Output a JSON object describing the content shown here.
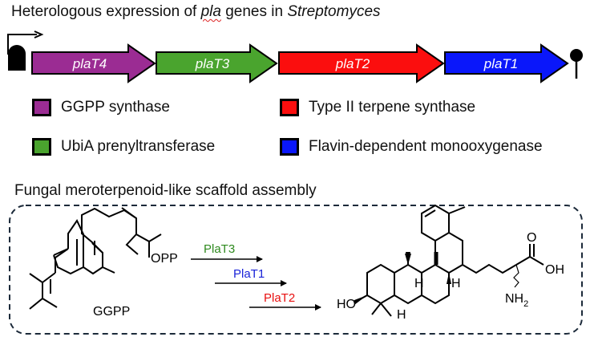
{
  "title": {
    "prefix": "Heterologous expression of ",
    "gene": "pla",
    "middle": " genes in ",
    "organism": "Streptomyces"
  },
  "genes": [
    {
      "label": "plaT4",
      "color": "#9b2c93"
    },
    {
      "label": "plaT3",
      "color": "#4aa42e"
    },
    {
      "label": "plaT2",
      "color": "#fb0e0e"
    },
    {
      "label": "plaT1",
      "color": "#0a17fa"
    }
  ],
  "legend": [
    {
      "label": "GGPP synthase",
      "color": "#9b2c93"
    },
    {
      "label": "Type II terpene synthase",
      "color": "#fb0e0e"
    },
    {
      "label": "UbiA prenyltransferase",
      "color": "#4aa42e"
    },
    {
      "label": "Flavin-dependent monooxygenase",
      "color": "#0a17fa"
    }
  ],
  "section_title": "Fungal meroterpenoid-like scaffold assembly",
  "scheme": {
    "substrate_label": "GGPP",
    "opp_label": "OPP",
    "steps": [
      {
        "label": "PlaT3",
        "color": "#2f8a1f"
      },
      {
        "label": "PlaT1",
        "color": "#1a23d8"
      },
      {
        "label": "PlaT2",
        "color": "#e81010"
      }
    ],
    "product_labels": {
      "ho": "HO",
      "h1": "H",
      "h2": "H",
      "h3": "H",
      "oh": "OH",
      "o": "O",
      "nh": "NH",
      "sub2": "2"
    }
  }
}
